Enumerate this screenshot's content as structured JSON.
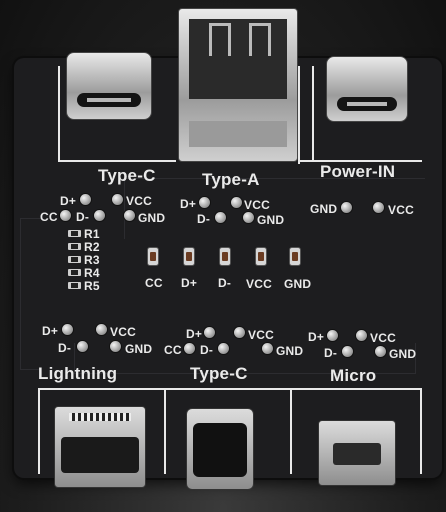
{
  "ports_top": {
    "left_label": "Type-C",
    "center_label": "Type-A",
    "right_label": "Power-IN"
  },
  "pins": {
    "dplus": "D+",
    "dminus": "D-",
    "cc": "CC",
    "vcc": "VCC",
    "gnd": "GND"
  },
  "resistors": [
    "R1",
    "R2",
    "R3",
    "R4",
    "R5"
  ],
  "led_labels": [
    "CC",
    "D+",
    "D-",
    "VCC",
    "GND"
  ],
  "ports_bottom": {
    "left_label": "Lightning",
    "center_label": "Type-C",
    "right_label": "Micro"
  },
  "colors": {
    "board": "#1d1d1f",
    "silkscreen": "#eaeaea",
    "metal": "#c8c8c8",
    "led_body": "#6b3c22"
  }
}
